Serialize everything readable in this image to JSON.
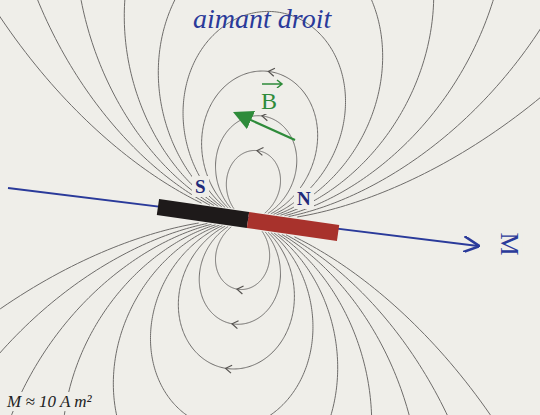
{
  "diagram": {
    "title": "aimant droit",
    "labels": [
      "S",
      "N",
      "B",
      "M",
      "M ≈ 10 A m²"
    ]
  }
}
